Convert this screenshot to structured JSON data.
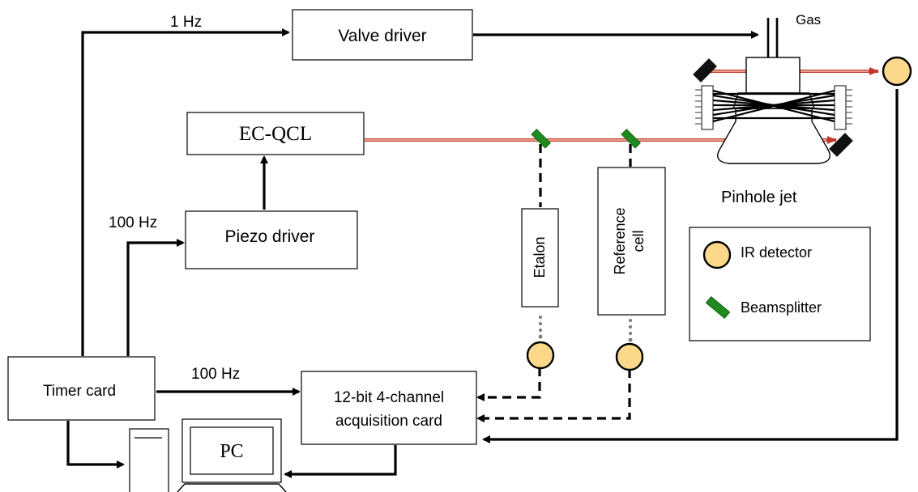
{
  "labels": {
    "freq_valve": "1 Hz",
    "freq_piezo": "100 Hz",
    "freq_daq": "100 Hz",
    "gas": "Gas",
    "pinhole_jet": "Pinhole jet"
  },
  "blocks": {
    "valve_driver": "Valve driver",
    "ec_qcl": "EC-QCL",
    "piezo_driver": "Piezo driver",
    "etalon": "Etalon",
    "reference_cell_line1": "Reference",
    "reference_cell_line2": "cell",
    "timer_card": "Timer card",
    "acquisition_line1": "12-bit  4-channel",
    "acquisition_line2": "acquisition card",
    "pc": "PC"
  },
  "legend": {
    "ir_detector": "IR detector",
    "beamsplitter": "Beamsplitter"
  },
  "colors": {
    "laser_beam": "#c0392b",
    "detector_fill": "#fcd98a",
    "beamsplitter": "#1f8a1f"
  }
}
